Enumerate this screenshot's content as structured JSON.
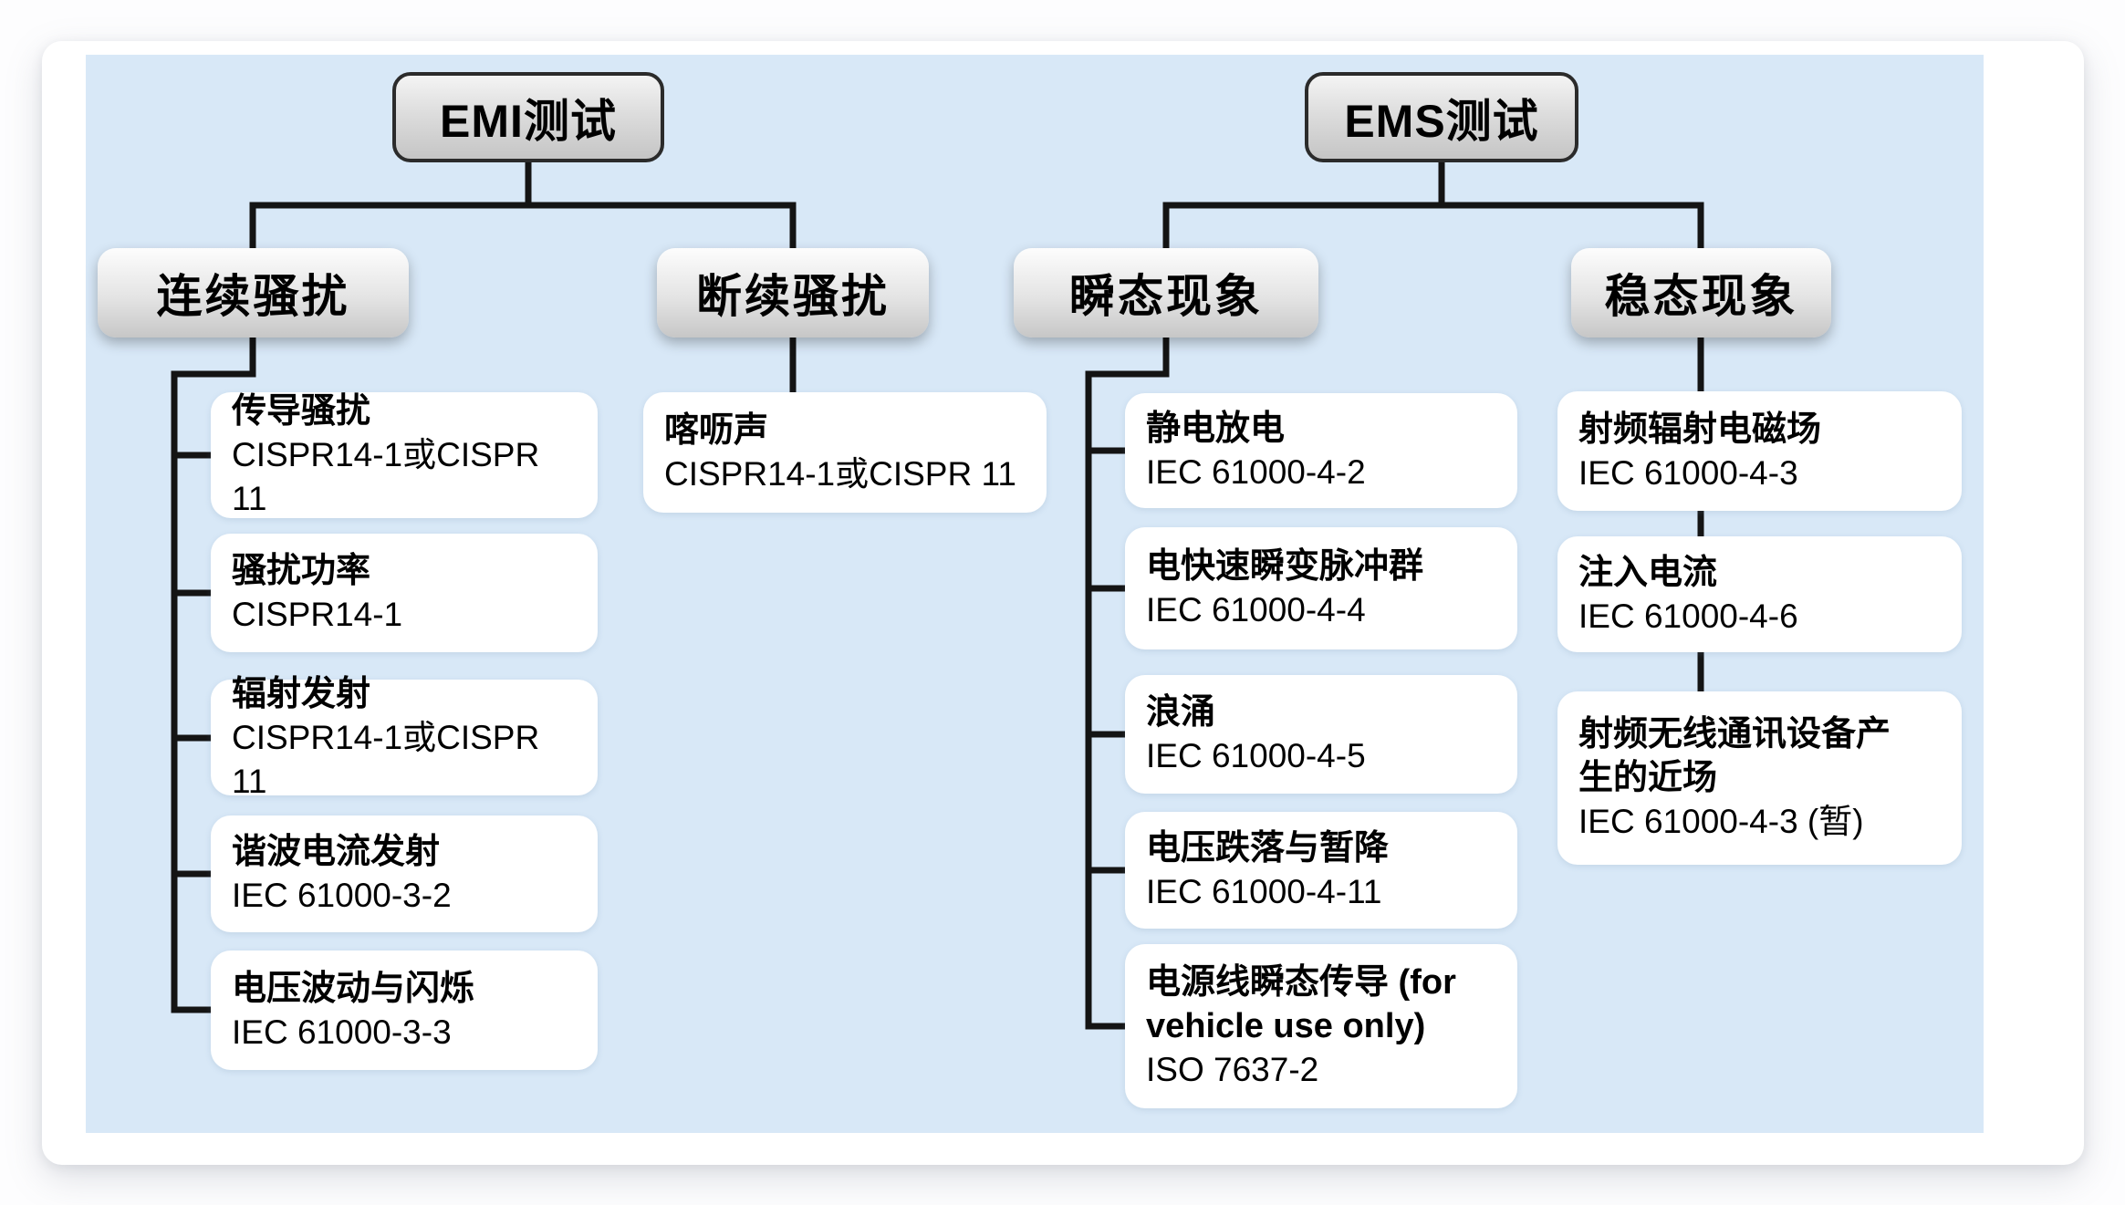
{
  "colors": {
    "panel_blue": "#d8e8f7",
    "card_white": "#ffffff",
    "connector_black": "#141414",
    "node_gradient_top": "#f4f4f4",
    "node_gradient_bottom": "#c5c5c5",
    "root_border": "#2b2b2b",
    "leaf_white": "#ffffff",
    "text_black": "#000000"
  },
  "emi": {
    "root": "EMI测试",
    "continuous": {
      "label": "连续骚扰",
      "items": [
        {
          "title": "传导骚扰",
          "standard": "CISPR14-1或CISPR 11"
        },
        {
          "title": "骚扰功率",
          "standard": "CISPR14-1"
        },
        {
          "title": "辐射发射",
          "standard": "CISPR14-1或CISPR 11"
        },
        {
          "title": "谐波电流发射",
          "standard": "IEC 61000-3-2"
        },
        {
          "title": "电压波动与闪烁",
          "standard": "IEC 61000-3-3"
        }
      ]
    },
    "discontinuous": {
      "label": "断续骚扰",
      "items": [
        {
          "title": "喀呖声",
          "standard": "CISPR14-1或CISPR 11"
        }
      ]
    }
  },
  "ems": {
    "root": "EMS测试",
    "transient": {
      "label": "瞬态现象",
      "items": [
        {
          "title": "静电放电",
          "standard": "IEC 61000-4-2"
        },
        {
          "title": "电快速瞬变脉冲群",
          "standard": "IEC 61000-4-4"
        },
        {
          "title": "浪涌",
          "standard": "IEC 61000-4-5"
        },
        {
          "title": "电压跌落与暂降",
          "standard": "IEC 61000-4-11"
        },
        {
          "title": "电源线瞬态传导 (for\nvehicle use only)",
          "standard": "ISO 7637-2"
        }
      ]
    },
    "steady": {
      "label": "稳态现象",
      "items": [
        {
          "title": "射频辐射电磁场",
          "standard": "IEC 61000-4-3"
        },
        {
          "title": "注入电流",
          "standard": "IEC 61000-4-6"
        },
        {
          "title": "射频无线通讯设备产\n生的近场",
          "standard": "IEC 61000-4-3 (暂)"
        }
      ]
    }
  }
}
